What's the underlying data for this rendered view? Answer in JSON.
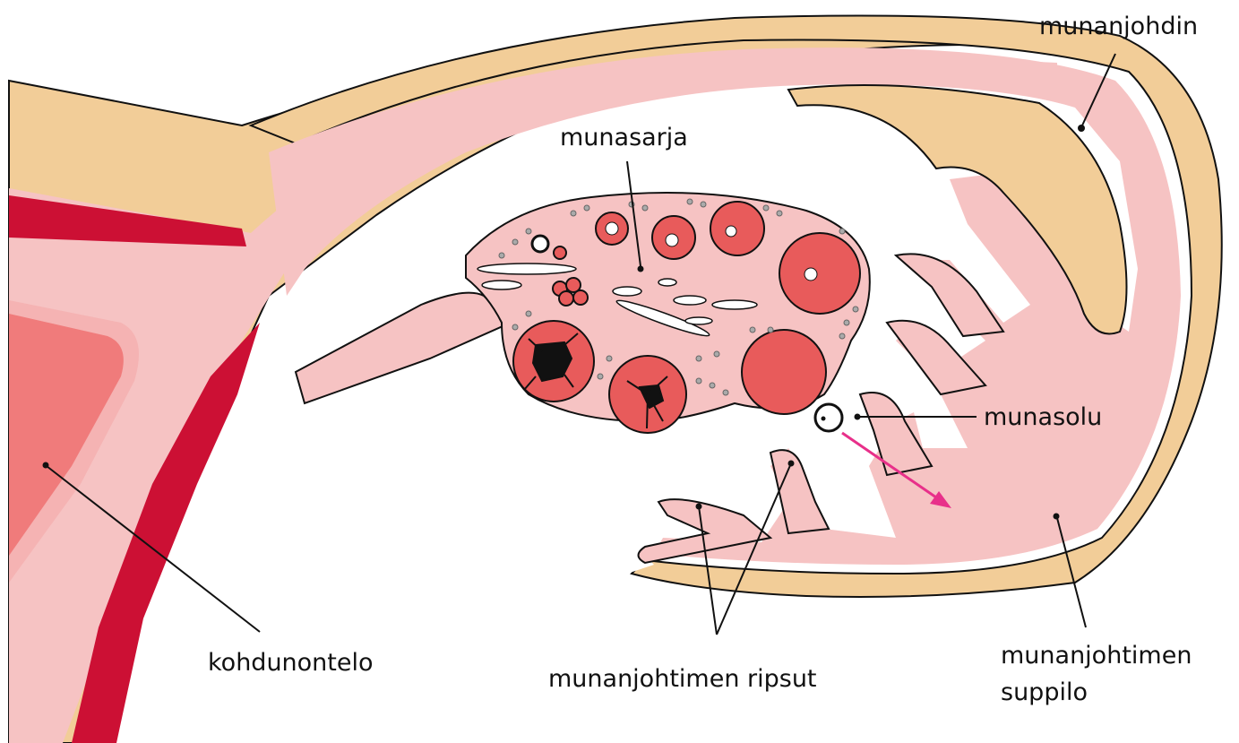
{
  "labels": {
    "oviduct": "munanjohdin",
    "ovary": "munasarja",
    "egg_cell": "munasolu",
    "uterine_cavity": "kohdunontelo",
    "fimbriae": "munanjohtimen ripsut",
    "infundibulum_line1": "munanjohtimen",
    "infundibulum_line2": "suppilo"
  },
  "colors": {
    "tissue_pink": "#f6c3c3",
    "wall_tan": "#f2cd98",
    "muscle_red": "#cc1034",
    "cavity_salmon": "#ef6e6e",
    "follicle": "#e85b5b",
    "outline": "#111111",
    "arrow_magenta": "#e8308a"
  }
}
